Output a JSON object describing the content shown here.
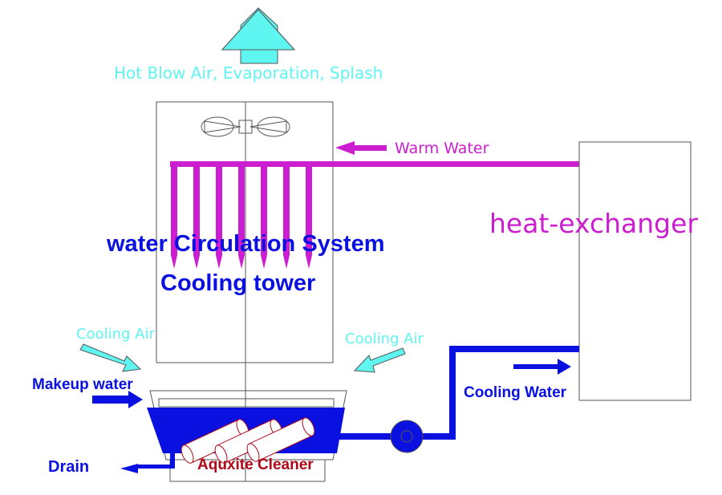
{
  "labels": {
    "hot_blow_air": "Hot Blow Air, Evaporation, Splash",
    "warm_water": "Warm Water",
    "heat_exchanger": "heat-exchanger",
    "title_line1": "water Circulation System",
    "title_line2": "Cooling tower",
    "cooling_air_left": "Cooling Air",
    "cooling_air_right": "Cooling Air",
    "makeup_water": "Makeup water",
    "cooling_water": "Cooling Water",
    "drain": "Drain",
    "aquxite_cleaner": "Aquxite Cleaner"
  },
  "colors": {
    "cyan": "#5ff5f0",
    "magenta": "#cc1ed0",
    "blue": "#0a10e0",
    "dark_red": "#b00818",
    "outline": "#555555"
  }
}
